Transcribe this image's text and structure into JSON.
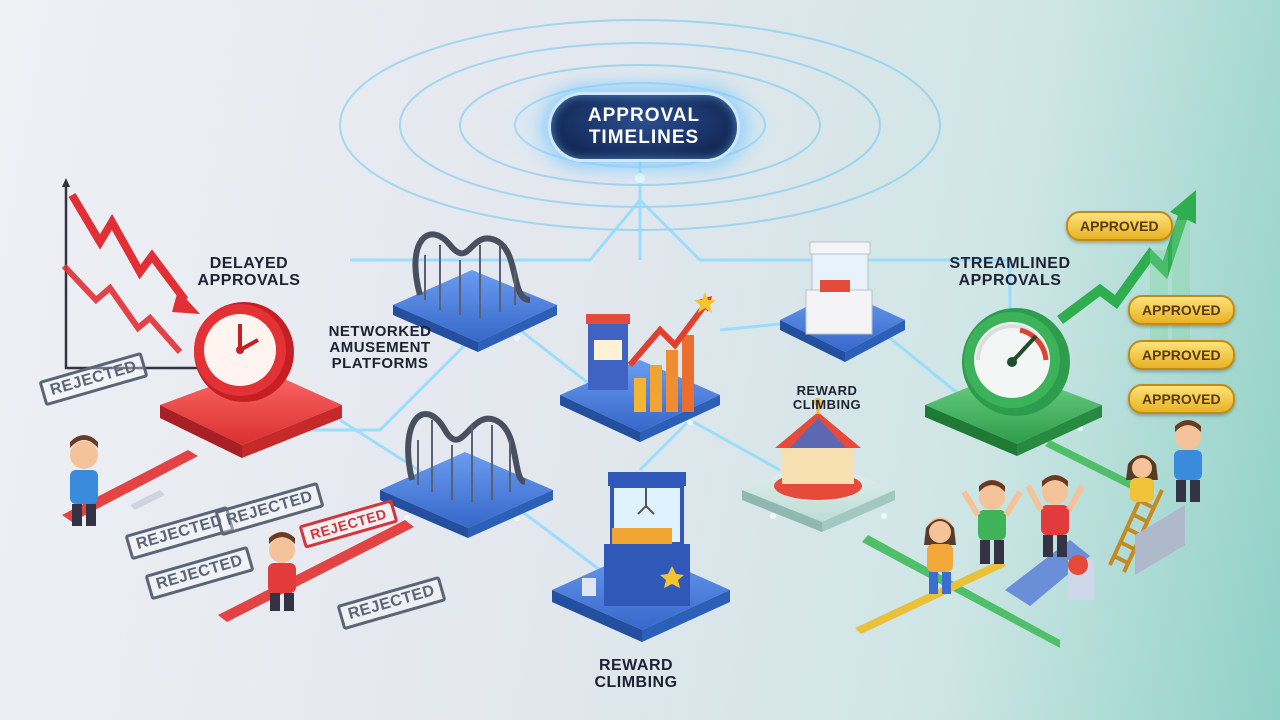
{
  "title": "APPROVAL TIMELINES",
  "labels": {
    "delayed": "DELAYED APPROVALS",
    "networked": "NETWORKED AMUSEMENT PLATFORMS",
    "reward_mid": "REWARD CLIMBING",
    "reward_bottom": "REWARD CLIMBING",
    "streamlined": "STREAMLINED APPROVALS"
  },
  "rejected_stamp": "REJECTED",
  "approved_badge": "APPROVED",
  "colors": {
    "delayed_red": "#e0373c",
    "streamlined_green": "#2fae4f",
    "platform_blue": "#3a6fd1",
    "approved_gold": "#f2c239",
    "network_glow": "#7fd6ff"
  },
  "icons": [
    "clock-icon",
    "speedometer-icon",
    "roller-coaster-icon",
    "claw-machine-icon",
    "carousel-icon",
    "ticket-booth-icon",
    "rising-bar-chart-icon",
    "falling-arrow-icon",
    "rising-arrow-icon",
    "ladder-icon",
    "slide-icon"
  ]
}
